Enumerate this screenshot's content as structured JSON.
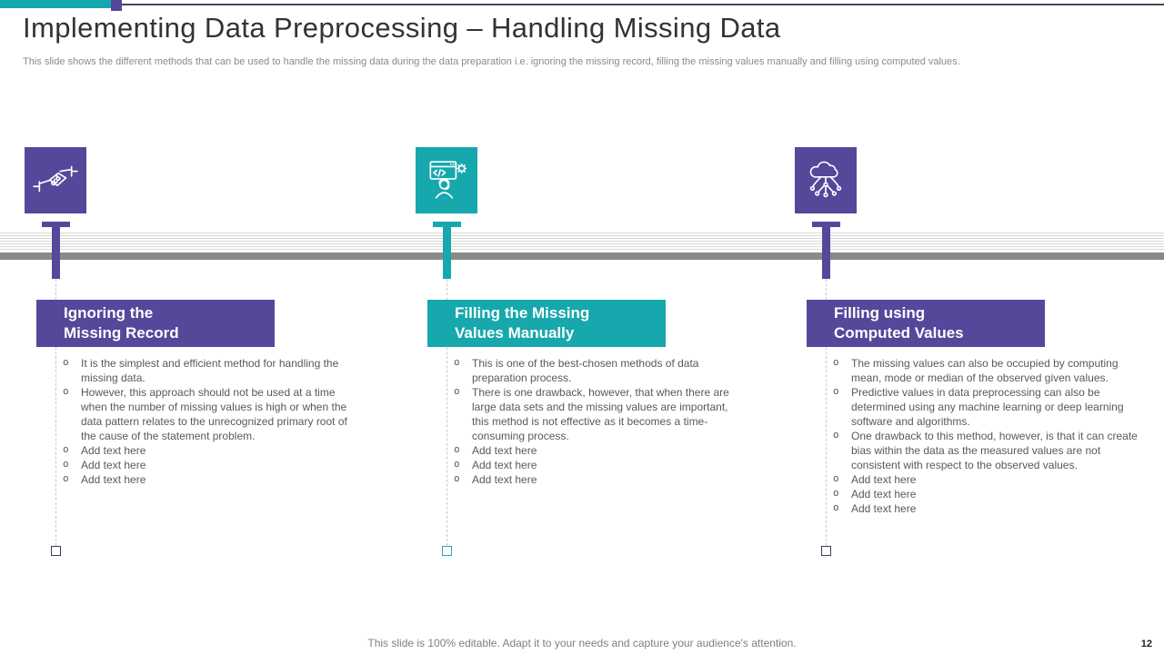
{
  "header": {
    "title": "Implementing Data Preprocessing – Handling Missing Data",
    "subtitle": "This slide shows the different methods that can be used to handle the missing data during the data preparation i.e. ignoring the missing record, filling the missing values manually and filling using computed values."
  },
  "footer": {
    "note": "This slide is 100% editable. Adapt it to your needs and capture your audience's attention.",
    "page_number": "12"
  },
  "colors": {
    "purple_accent": "#54489B",
    "teal_accent": "#16A8AD",
    "band_solid_gray": "#8A8A8A",
    "band_stripe_gray": "#D8D8D8",
    "body_text_gray": "#595959",
    "title_text": "#333333"
  },
  "columns": [
    {
      "icon": "handshake-icon",
      "accent": "purple",
      "heading_line1": "Ignoring the",
      "heading_line2": "Missing Record",
      "bullets": [
        "It is the simplest and efficient method for handling the missing data.",
        "However, this approach should not be used at a time when the number of missing values is high or when the data pattern relates to the unrecognized primary root of the cause of the statement problem.",
        "Add text here",
        "Add text here",
        "Add text here"
      ]
    },
    {
      "icon": "manual-entry-support-icon",
      "accent": "teal",
      "heading_line1": "Filling the Missing",
      "heading_line2": "Values Manually",
      "bullets": [
        "This is one of the best-chosen methods of data preparation process.",
        "There is one drawback, however, that when there are large data sets and the missing values are important, this method is not effective as it becomes a time-consuming process.",
        "Add text here",
        "Add text here",
        "Add text here"
      ]
    },
    {
      "icon": "cloud-computing-icon",
      "accent": "purple",
      "heading_line1": "Filling using",
      "heading_line2": "Computed Values",
      "bullets": [
        "The missing values can also be occupied by computing mean, mode or median of the observed given values.",
        "Predictive values in data preprocessing can also be determined using any machine learning or deep learning software and algorithms.",
        "One drawback to this method, however, is that it can create bias within the data as the measured values are not consistent with respect to the observed values.",
        "Add text here",
        "Add text here",
        "Add text here"
      ]
    }
  ]
}
